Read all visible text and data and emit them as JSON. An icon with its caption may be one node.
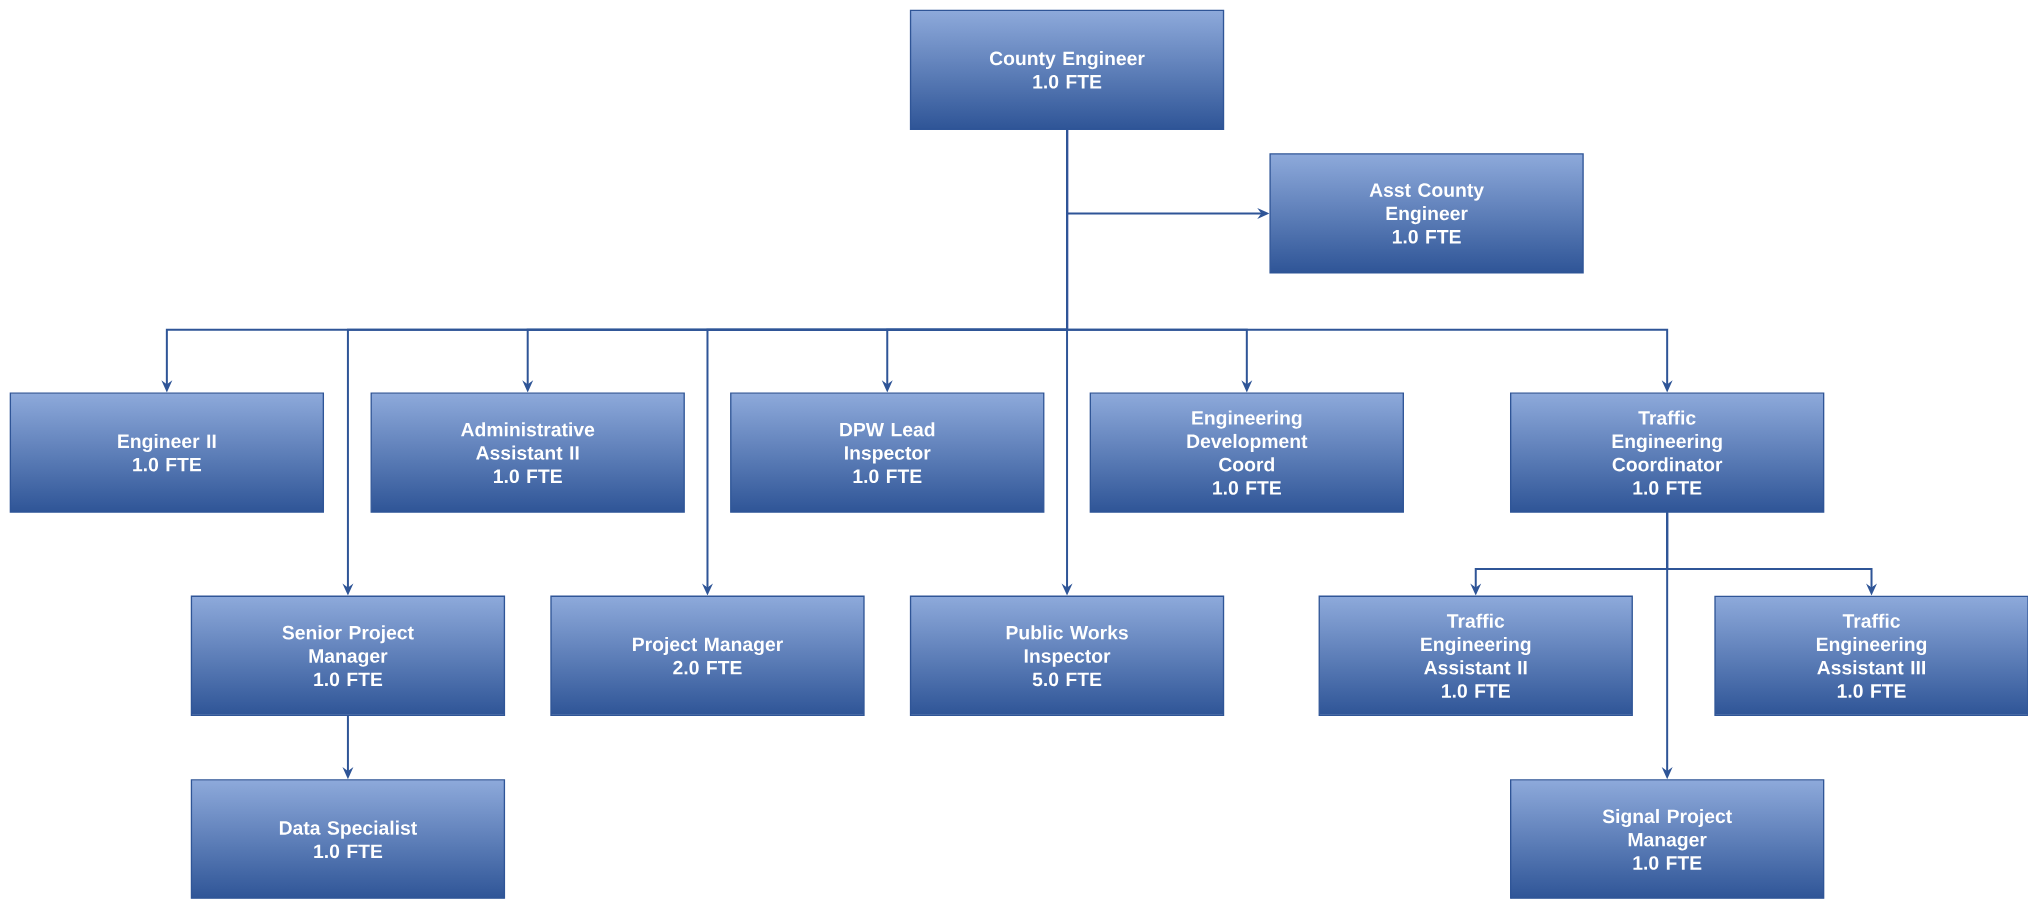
{
  "diagram": {
    "nodes": [
      {
        "text": [
          "County Engineer",
          "1.0 FTE"
        ]
      },
      {
        "text": [
          "Asst County Engineer",
          "1.0 FTE"
        ]
      },
      {
        "text": [
          "Engineer II",
          "1.0 FTE"
        ]
      },
      {
        "text": [
          "Administrative Assistant II",
          "1.0 FTE"
        ]
      },
      {
        "text": [
          "DPW Lead Inspector",
          "1.0 FTE"
        ]
      },
      {
        "text": [
          "Engineering Development Coord",
          "1.0 FTE"
        ]
      },
      {
        "text": [
          "Traffic Engineering Coordinator",
          "1.0 FTE"
        ]
      },
      {
        "text": [
          "Senior Project Manager",
          "1.0 FTE"
        ]
      },
      {
        "text": [
          "Project Manager",
          "2.0 FTE"
        ]
      },
      {
        "text": [
          "Public Works Inspector",
          "5.0 FTE"
        ]
      },
      {
        "text": [
          "Traffic Engineering Assistant II",
          "1.0 FTE"
        ]
      },
      {
        "text": [
          "Traffic Engineering Assistant III",
          "1.0 FTE"
        ]
      },
      {
        "text": [
          "Data Specialist",
          "1.0 FTE"
        ]
      },
      {
        "text": [
          "Signal Project Manager",
          "1.0 FTE"
        ]
      }
    ],
    "edges": [
      {
        "from": 0,
        "to": 1,
        "arrow": "to"
      },
      {
        "from": 0,
        "to": 2,
        "arrow": "to"
      },
      {
        "from": 0,
        "to": 7,
        "arrow": "to"
      },
      {
        "from": 0,
        "to": 3,
        "arrow": "to"
      },
      {
        "from": 0,
        "to": 8,
        "arrow": "to"
      },
      {
        "from": 0,
        "to": 4,
        "arrow": "to"
      },
      {
        "from": 0,
        "to": 9,
        "arrow": "to"
      },
      {
        "from": 0,
        "to": 5,
        "arrow": "to"
      },
      {
        "from": 0,
        "to": 6,
        "arrow": "to"
      },
      {
        "from": 7,
        "to": 12,
        "arrow": "to"
      },
      {
        "from": 6,
        "to": 10,
        "arrow": "to"
      },
      {
        "from": 6,
        "to": 13,
        "arrow": "to"
      },
      {
        "from": 6,
        "to": 11,
        "arrow": "to"
      }
    ]
  }
}
